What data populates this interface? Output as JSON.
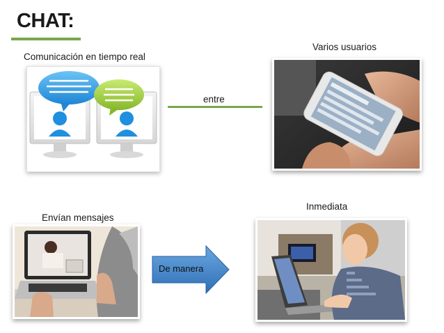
{
  "slide": {
    "title": "CHAT:",
    "captions": {
      "realtime": "Comunicación en tiempo real",
      "users": "Varios usuarios",
      "send": "Envían mensajes",
      "immediate": "Inmediata"
    },
    "connector_label": "entre",
    "arrow_label": "De manera"
  },
  "colors": {
    "accent_green": "#7aa64a",
    "arrow_blue": "#3d7fc4",
    "bubble_blue": "#3aa0e6",
    "bubble_green": "#9fd13a"
  },
  "icons": [
    "chat-computers-icon",
    "smartphone-photo",
    "laptop-video-call-photo",
    "boy-laptop-photo"
  ]
}
